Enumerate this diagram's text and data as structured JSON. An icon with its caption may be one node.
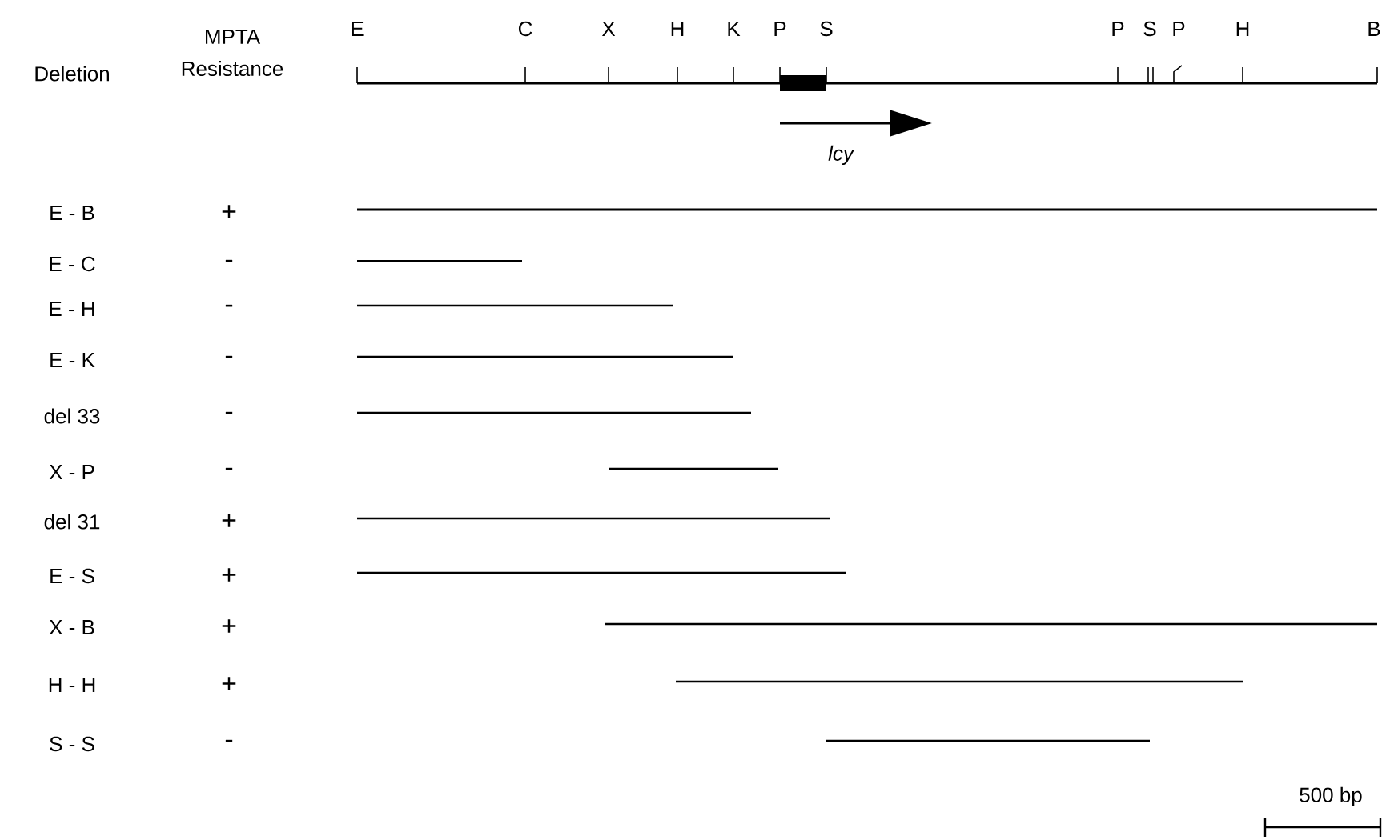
{
  "diagram": {
    "labels": [
      "MPTA Resistance",
      "Deletion",
      "E",
      "C",
      "X",
      "H",
      "K",
      "P",
      "S",
      "P",
      "S",
      "P",
      "H",
      "B",
      "lcy",
      "E - B",
      "+",
      "E - C",
      "-",
      "E - H",
      "-",
      "E - K",
      "-",
      "del 33",
      "-",
      "X - P",
      "-",
      "del 31",
      "+",
      "E - S",
      "+",
      "X - B",
      "+",
      "H - H",
      "+",
      "S - S",
      "-",
      "500 bp"
    ]
  }
}
